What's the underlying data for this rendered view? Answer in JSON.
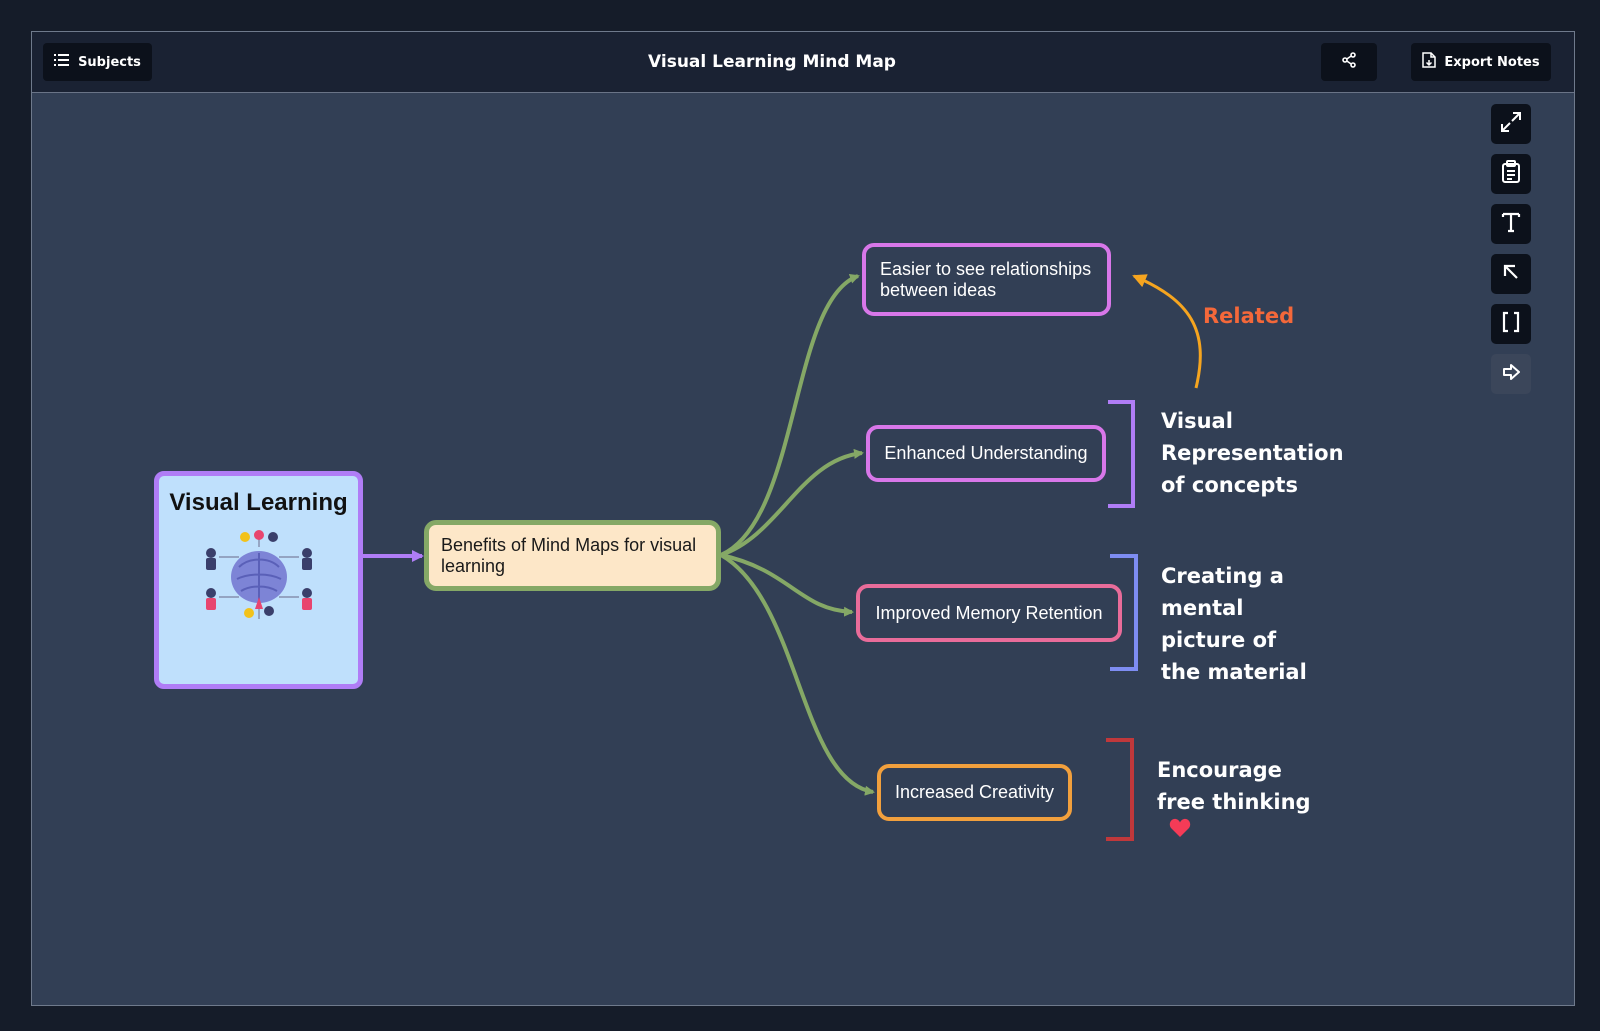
{
  "header": {
    "title": "Visual Learning Mind Map",
    "subjects_label": "Subjects",
    "export_label": "Export Notes"
  },
  "toolbar": {
    "tools": [
      "expand-icon",
      "clipboard-icon",
      "text-icon",
      "arrow-up-left-icon",
      "bracket-icon",
      "arrow-right-icon"
    ]
  },
  "mindmap": {
    "root": {
      "title": "Visual Learning"
    },
    "central": {
      "label": "Benefits of Mind Maps for visual learning"
    },
    "branches": [
      {
        "label": "Easier to see relationships between ideas",
        "color": "#d877e9"
      },
      {
        "label": "Enhanced Understanding",
        "color": "#d877e9"
      },
      {
        "label": "Improved Memory Retention",
        "color": "#e96c9a"
      },
      {
        "label": "Increased Creativity",
        "color": "#f2a03d"
      }
    ],
    "annotations": {
      "related": "Related",
      "visual": "Visual Representation of concepts",
      "creating": "Creating a mental picture of the material",
      "encourage": "Encourage free thinking"
    }
  },
  "colors": {
    "canvas": "#323f55",
    "link": "#85a866",
    "root_border": "#b07df6",
    "related_arrow": "#f6a51f",
    "related_text": "#f4683a",
    "bracket_visual": "#b07df6",
    "bracket_creating": "#7e8df2",
    "bracket_encourage": "#c0383b",
    "heart": "#f53b57"
  }
}
